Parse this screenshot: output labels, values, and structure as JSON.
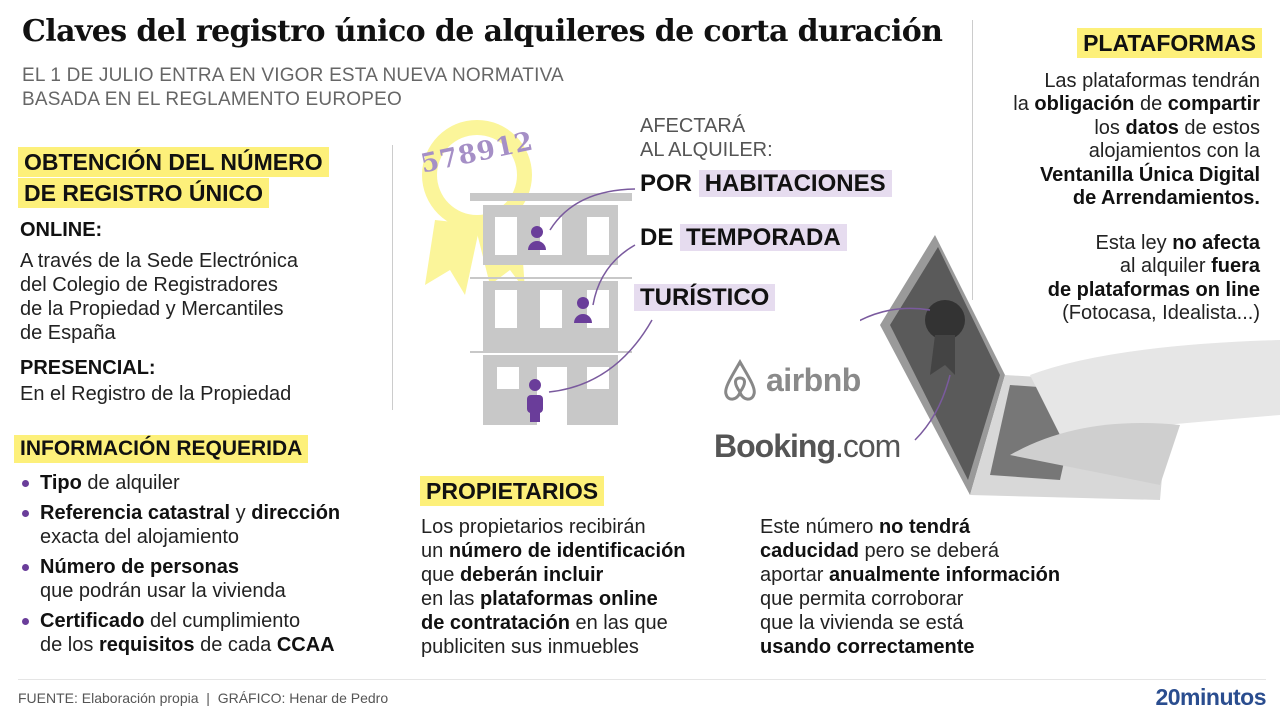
{
  "header": {
    "title": "Claves del registro único de alquileres de corta duración",
    "subtitle": [
      "EL 1 DE JULIO ENTRA EN VIGOR ESTA NUEVA NORMATIVA",
      "BASADA EN EL REGLAMENTO EUROPEO"
    ]
  },
  "obtencion": {
    "heading": [
      "OBTENCIÓN DEL NÚMERO",
      "DE REGISTRO ÚNICO"
    ],
    "online_label": "ONLINE:",
    "online_text": [
      "A través de la Sede Electrónica",
      "del Colegio de Registradores",
      "de la Propiedad y Mercantiles",
      "de España"
    ],
    "presencial_label": "PRESENCIAL:",
    "presencial_text": "En el Registro de la Propiedad"
  },
  "info": {
    "heading": "INFORMACIÓN REQUERIDA",
    "items": [
      [
        [
          {
            "t": "Tipo",
            "b": true
          },
          {
            "t": " de alquiler"
          }
        ]
      ],
      [
        [
          {
            "t": "Referencia catastral",
            "b": true
          },
          {
            "t": " y "
          },
          {
            "t": "dirección",
            "b": true
          }
        ],
        [
          {
            "t": "exacta del alojamiento"
          }
        ]
      ],
      [
        [
          {
            "t": "Número de personas",
            "b": true
          }
        ],
        [
          {
            "t": "que podrán usar la vivienda"
          }
        ]
      ],
      [
        [
          {
            "t": "Certificado",
            "b": true
          },
          {
            "t": " del cumplimiento"
          }
        ],
        [
          {
            "t": "de los "
          },
          {
            "t": "requisitos",
            "b": true
          },
          {
            "t": " de cada "
          },
          {
            "t": "CCAA",
            "b": true
          }
        ]
      ]
    ]
  },
  "badge": {
    "number": "578912"
  },
  "afectara": {
    "label": [
      "AFECTARÁ",
      "AL ALQUILER:"
    ],
    "tags": [
      {
        "pre": "POR ",
        "main": "HABITACIONES"
      },
      {
        "pre": "DE ",
        "main": "TEMPORADA"
      },
      {
        "pre": "",
        "main": "TURÍSTICO"
      }
    ]
  },
  "brands": {
    "airbnb": "airbnb",
    "booking": "Booking",
    "booking_suffix": ".com"
  },
  "propietarios": {
    "heading": "PROPIETARIOS",
    "left": [
      [
        {
          "t": "Los propietarios recibirán"
        }
      ],
      [
        {
          "t": "un "
        },
        {
          "t": "número de identificación",
          "b": true
        }
      ],
      [
        {
          "t": "que "
        },
        {
          "t": "deberán incluir",
          "b": true
        }
      ],
      [
        {
          "t": "en las "
        },
        {
          "t": "plataformas online",
          "b": true
        }
      ],
      [
        {
          "t": "de contratación",
          "b": true
        },
        {
          "t": " en las que"
        }
      ],
      [
        {
          "t": "publiciten sus inmuebles"
        }
      ]
    ],
    "right": [
      [
        {
          "t": "Este número "
        },
        {
          "t": "no tendrá",
          "b": true
        }
      ],
      [
        {
          "t": "caducidad",
          "b": true
        },
        {
          "t": " pero se deberá"
        }
      ],
      [
        {
          "t": "aportar "
        },
        {
          "t": "anualmente información",
          "b": true
        }
      ],
      [
        {
          "t": "que permita corroborar"
        }
      ],
      [
        {
          "t": "que la vivienda se está"
        }
      ],
      [
        {
          "t": "usando correctamente",
          "b": true
        }
      ]
    ]
  },
  "plataformas": {
    "heading": "PLATAFORMAS",
    "p1": [
      [
        {
          "t": "Las plataformas tendrán"
        }
      ],
      [
        {
          "t": "la "
        },
        {
          "t": "obligación",
          "b": true
        },
        {
          "t": " de "
        },
        {
          "t": "compartir",
          "b": true
        }
      ],
      [
        {
          "t": "los "
        },
        {
          "t": "datos",
          "b": true
        },
        {
          "t": " de estos"
        }
      ],
      [
        {
          "t": "alojamientos con la"
        }
      ],
      [
        {
          "t": "Ventanilla Única Digital",
          "b": true
        }
      ],
      [
        {
          "t": "de Arrendamientos.",
          "b": true
        }
      ]
    ],
    "p2": [
      [
        {
          "t": "Esta ley "
        },
        {
          "t": "no afecta",
          "b": true
        }
      ],
      [
        {
          "t": "al alquiler "
        },
        {
          "t": "fuera",
          "b": true
        }
      ],
      [
        {
          "t": "de plataformas on line",
          "b": true
        }
      ],
      [
        {
          "t": "(Fotocasa, Idealista...)"
        }
      ]
    ]
  },
  "footer": {
    "source": "FUENTE: Elaboración propia  |  GRÁFICO: Henar de Pedro",
    "logo": "20minutos"
  },
  "colors": {
    "highlight": "#fdf07a",
    "purple": "#6a3d9a",
    "tag_bg": "#e6dcef",
    "building": "#c8c8c8"
  }
}
